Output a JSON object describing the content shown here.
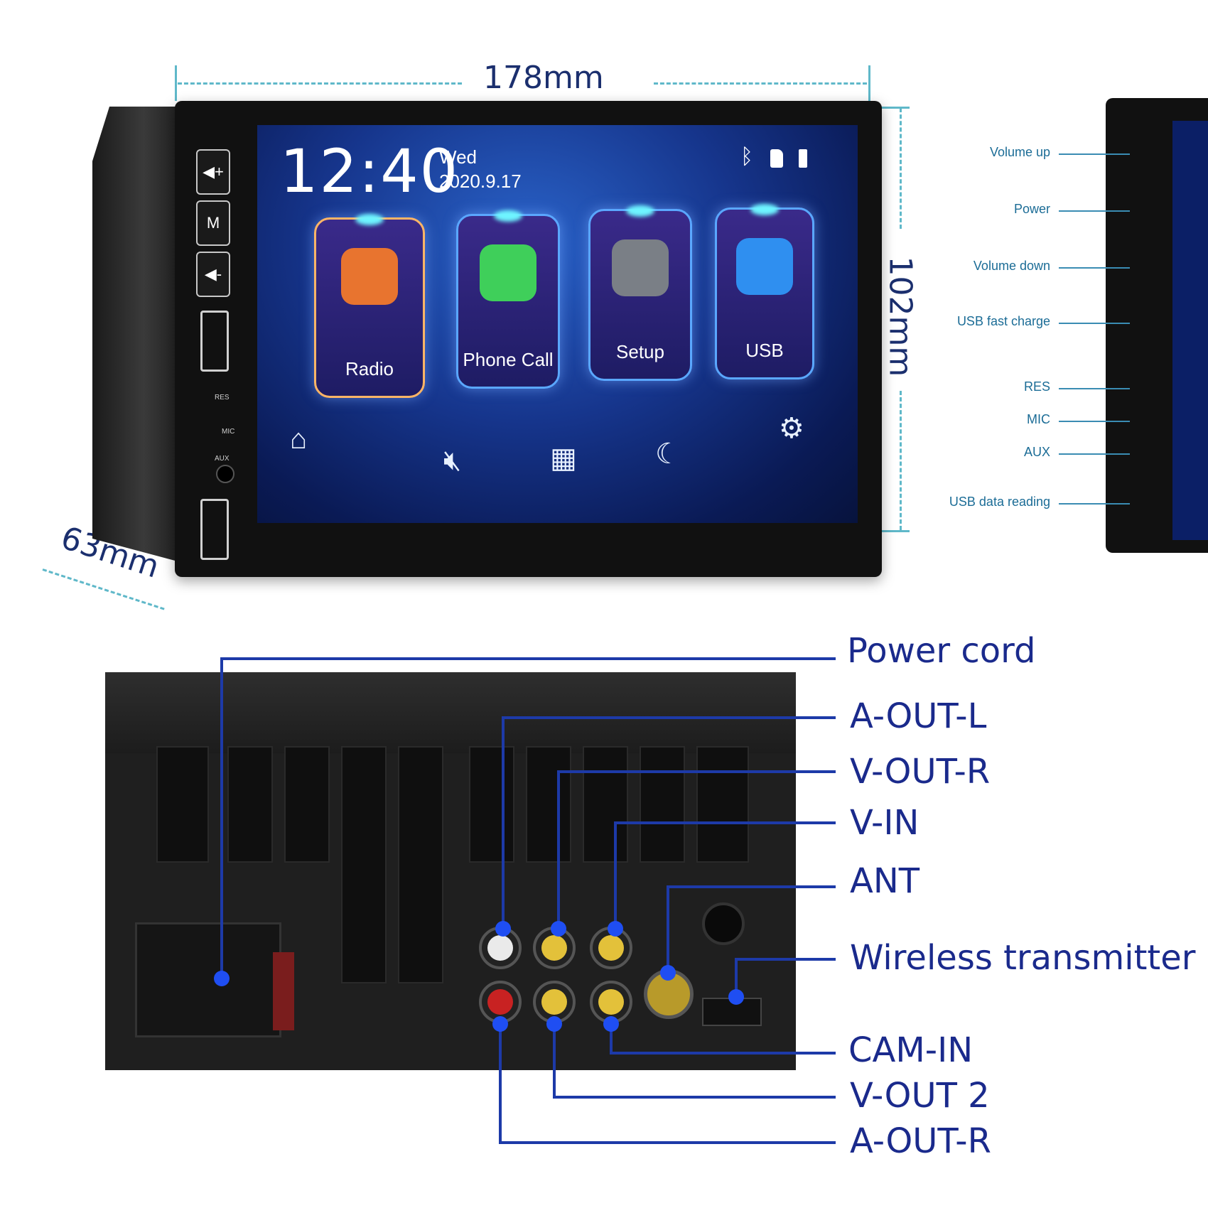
{
  "dimensions": {
    "width": "178mm",
    "height": "102mm",
    "depth": "63mm"
  },
  "screen": {
    "time": "12:40",
    "day": "Wed",
    "date": "2020.9.17",
    "status_icons": [
      "bluetooth-icon",
      "sd-card-icon",
      "usb-icon"
    ],
    "tiles": [
      {
        "label": "Radio",
        "icon": "radio-icon",
        "color": "#e8742f"
      },
      {
        "label": "Phone Call",
        "icon": "phone-icon",
        "color": "#3fcf5a"
      },
      {
        "label": "Setup",
        "icon": "gear-icon",
        "color": "#7a7f86"
      },
      {
        "label": "USB",
        "icon": "usb-icon",
        "color": "#2f8ff0"
      }
    ],
    "bottom_bar": [
      "home-icon",
      "mute-icon",
      "windows-icon",
      "moon-icon",
      "settings-icon"
    ]
  },
  "front_panel": {
    "res": "RES",
    "mic": "MIC",
    "aux": "AUX"
  },
  "side_callouts": [
    "Volume up",
    "Power",
    "Volume down",
    "USB fast charge",
    "RES",
    "MIC",
    "AUX",
    "USB data reading"
  ],
  "rear_labels": {
    "power_cord": "Power cord",
    "a_out_l": "A-OUT-L",
    "v_out_r": "V-OUT-R",
    "v_in": "V-IN",
    "ant": "ANT",
    "wireless": "Wireless transmitter",
    "cam_in": "CAM-IN",
    "v_out_2": "V-OUT 2",
    "a_out_r": "A-OUT-R"
  },
  "colors": {
    "accent_wire": "#1d3aa8",
    "dimension_line": "#5fb8c9",
    "label_blue": "#1a2a8c"
  }
}
